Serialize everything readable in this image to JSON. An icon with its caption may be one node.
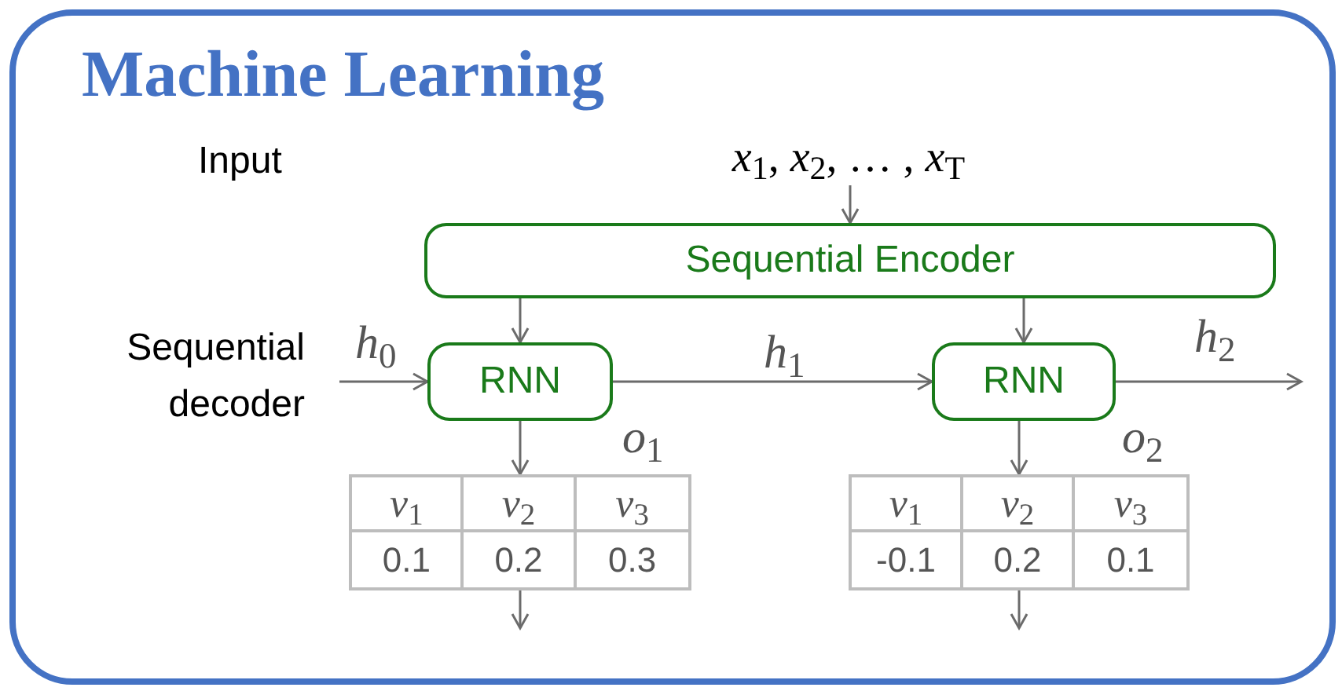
{
  "diagram": {
    "title": "Machine Learning",
    "nodes": [
      {
        "text": [
          "*x*$_{1}$, *x*$_{2}$, … , *x*$_{T}$"
        ]
      },
      {
        "text": [
          "Sequential Encoder"
        ]
      },
      {
        "text": [
          "RNN"
        ]
      },
      {
        "text": [
          "RNN"
        ]
      },
      {
        "text": [
          "*v*$_{1}$",
          "*v*$_{2}$",
          "*v*$_{3}$",
          "0.1",
          "0.2",
          "0.3"
        ]
      },
      {
        "text": [
          "*v*$_{1}$",
          "*v*$_{2}$",
          "*v*$_{3}$",
          "-0.1",
          "0.2",
          "0.1"
        ]
      }
    ],
    "edges": [
      {
        "from": 0,
        "to": 1,
        "arrow": "to"
      },
      {
        "from": 1,
        "to": 2,
        "arrow": "to"
      },
      {
        "from": 1,
        "to": 3,
        "arrow": "to"
      },
      {
        "from": null,
        "to": 2,
        "arrow": "to",
        "label": "*h*$_{0}$"
      },
      {
        "from": 2,
        "to": 3,
        "arrow": "to",
        "label": "*h*$_{1}$"
      },
      {
        "from": 3,
        "to": null,
        "arrow": "to",
        "label": "*h*$_{2}$"
      },
      {
        "from": 2,
        "to": 4,
        "arrow": "to",
        "label": "*o*$_{1}$"
      },
      {
        "from": 3,
        "to": 5,
        "arrow": "to",
        "label": "*o*$_{2}$"
      },
      {
        "from": 4,
        "to": null,
        "arrow": "to"
      },
      {
        "from": 5,
        "to": null,
        "arrow": "to"
      }
    ],
    "labels": [
      "Input",
      "Sequential decoder"
    ]
  }
}
